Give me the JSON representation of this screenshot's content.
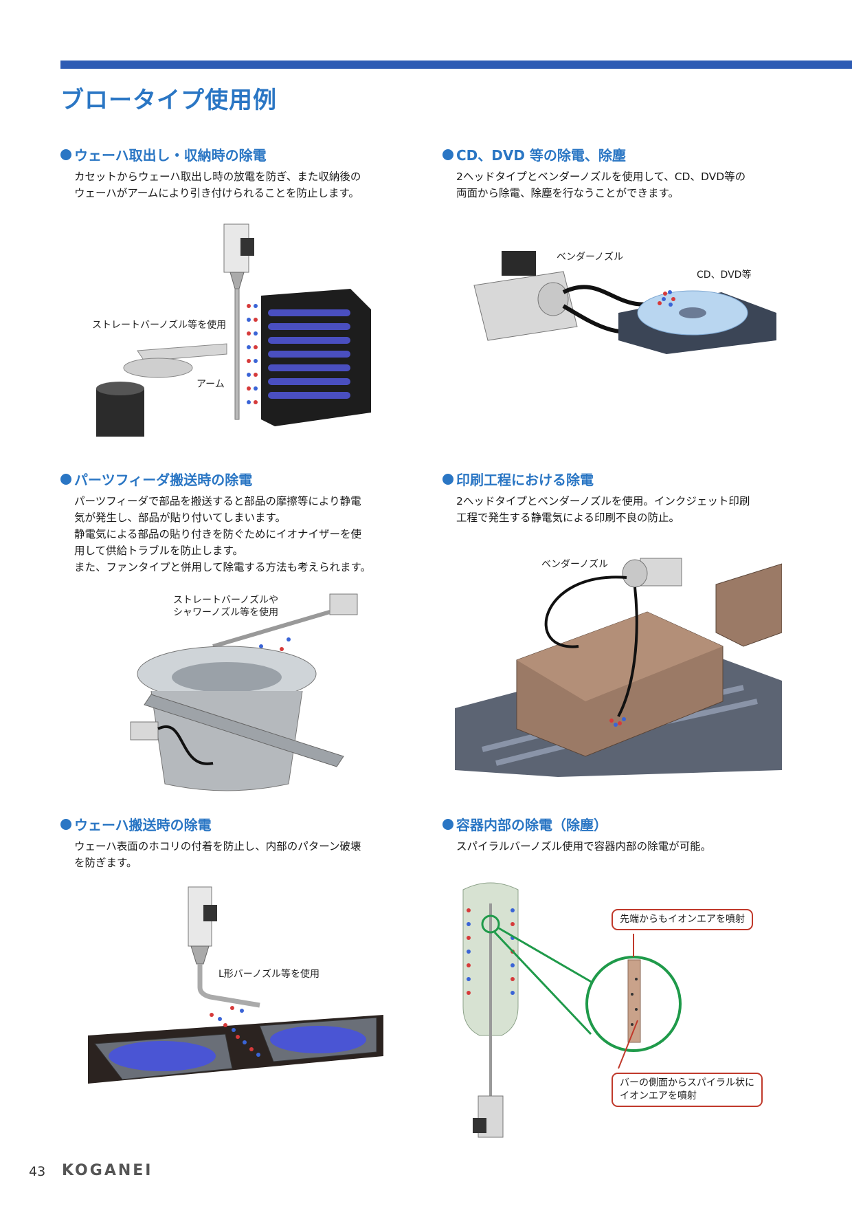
{
  "page": {
    "title": "ブロータイプ使用例",
    "page_number": "43",
    "brand": "KOGANEI"
  },
  "sections": [
    {
      "heading": "ウェーハ取出し・収納時の除電",
      "description": "カセットからウェーハ取出し時の放電を防ぎ、また収納後の\nウェーハがアームにより引き付けられることを防止します。",
      "labels": [
        "ストレートバーノズル等を使用",
        "アーム"
      ]
    },
    {
      "heading": "CD、DVD 等の除電、除塵",
      "description": "2ヘッドタイプとベンダーノズルを使用して、CD、DVD等の\n両面から除電、除塵を行なうことができます。",
      "labels": [
        "ベンダーノズル",
        "CD、DVD等"
      ]
    },
    {
      "heading": "パーツフィーダ搬送時の除電",
      "description": "パーツフィーダで部品を搬送すると部品の摩擦等により静電\n気が発生し、部品が貼り付いてしまいます。\n静電気による部品の貼り付きを防ぐためにイオナイザーを使\n用して供給トラブルを防止します。\nまた、ファンタイプと併用して除電する方法も考えられます。",
      "labels": [
        "ストレートバーノズルや\nシャワーノズル等を使用"
      ]
    },
    {
      "heading": "印刷工程における除電",
      "description": "2ヘッドタイプとベンダーノズルを使用。インクジェット印刷\n工程で発生する静電気による印刷不良の防止。",
      "labels": [
        "ベンダーノズル"
      ]
    },
    {
      "heading": "ウェーハ搬送時の除電",
      "description": "ウェーハ表面のホコリの付着を防止し、内部のパターン破壊\nを防ぎます。",
      "labels": [
        "L形バーノズル等を使用"
      ]
    },
    {
      "heading": "容器内部の除電（除塵）",
      "description": "スパイラルバーノズル使用で容器内部の除電が可能。",
      "labels": [
        "先端からもイオンエアを噴射",
        "バーの側面からスパイラル状に\nイオンエアを噴射"
      ]
    }
  ],
  "colors": {
    "accent": "#2a76c4",
    "top_bar": "#2d5bb4",
    "ion_positive": "#d63a3a",
    "ion_negative": "#3a64d6",
    "callout_border": "#c0392b",
    "zoom_circle": "#1f9a4a"
  }
}
